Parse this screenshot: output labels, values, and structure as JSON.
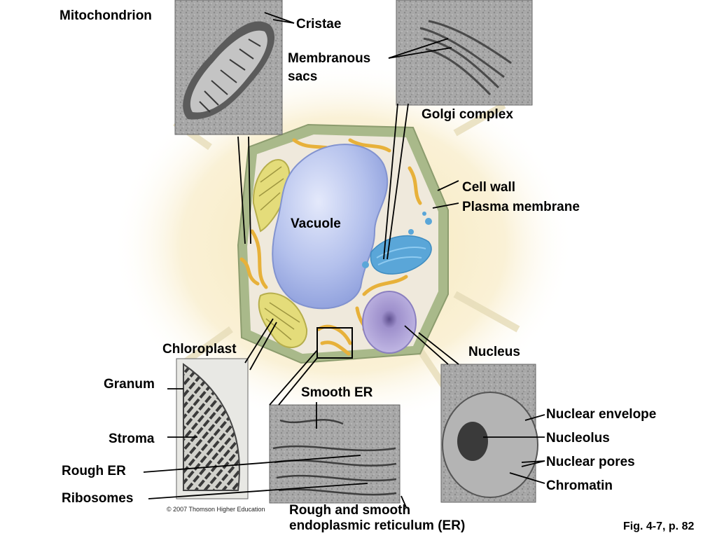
{
  "labels": {
    "mitochondrion": "Mitochondrion",
    "cristae": "Cristae",
    "membranous_sacs_1": "Membranous",
    "membranous_sacs_2": "sacs",
    "golgi_complex": "Golgi complex",
    "cell_wall": "Cell wall",
    "plasma_membrane": "Plasma membrane",
    "vacuole": "Vacuole",
    "chloroplast": "Chloroplast",
    "granum": "Granum",
    "stroma": "Stroma",
    "rough_er": "Rough ER",
    "ribosomes": "Ribosomes",
    "smooth_er": "Smooth ER",
    "nucleus": "Nucleus",
    "nuclear_envelope": "Nuclear envelope",
    "nucleolus": "Nucleolus",
    "nuclear_pores": "Nuclear pores",
    "chromatin": "Chromatin",
    "er_caption_1": "Rough and smooth",
    "er_caption_2": "endoplasmic reticulum (ER)"
  },
  "copyright": "© 2007 Thomson Higher Education",
  "figure_ref": "Fig. 4-7, p. 82",
  "colors": {
    "cell_wall": "#a9b98a",
    "cytoplasm": "#efe9dc",
    "vacuole": "#b3c0ec",
    "golgi": "#5aa6d8",
    "chloroplast": "#e4dc7a",
    "er": "#e7b13a",
    "nucleus": "#b0a4d6",
    "micrograph": "#9a9a9a"
  }
}
